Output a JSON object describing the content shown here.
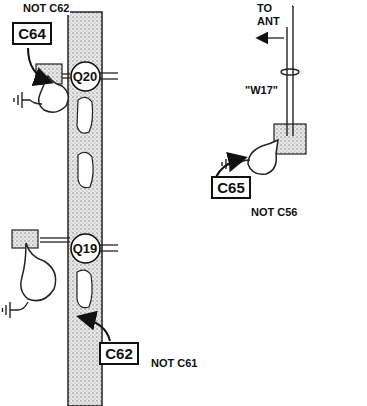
{
  "diagram": {
    "nodes": [
      {
        "text": [
          "C64"
        ]
      },
      {
        "text": [
          "Q20"
        ]
      },
      {
        "text": [
          "C65"
        ]
      },
      {
        "text": [
          "Q19"
        ]
      },
      {
        "text": [
          "C62"
        ]
      }
    ],
    "labels": [
      "NOT C62",
      "TO ANT",
      "\"W17\"",
      "NOT C56",
      "NOT C61"
    ]
  }
}
